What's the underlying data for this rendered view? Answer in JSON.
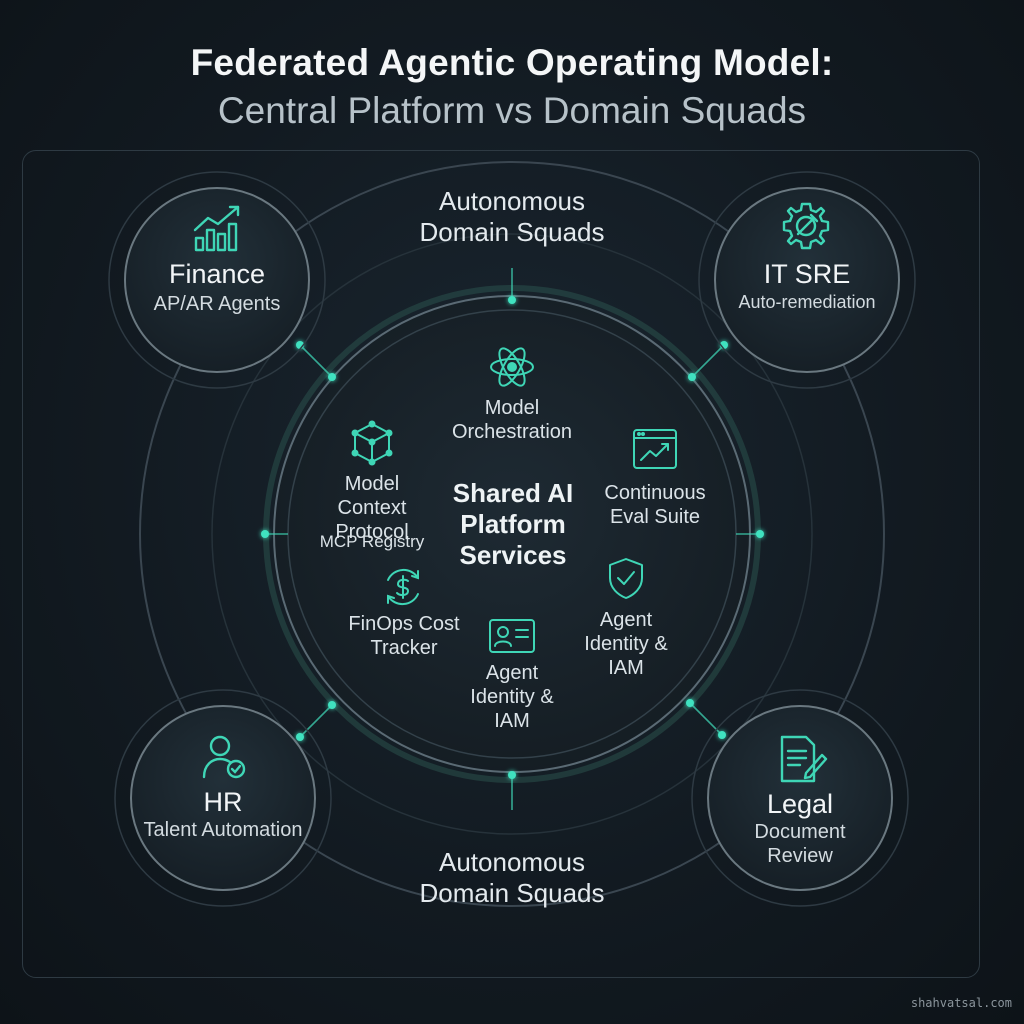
{
  "header": {
    "title": "Federated Agentic Operating Model:",
    "subtitle": "Central Platform vs Domain Squads"
  },
  "squads": {
    "top_label": "Autonomous Domain Squads",
    "bottom_label": "Autonomous Domain Squads"
  },
  "domains": {
    "finance": {
      "title": "Finance",
      "subtitle": "AP/AR Agents",
      "icon": "bar-chart-growth-icon"
    },
    "it_sre": {
      "title": "IT SRE",
      "subtitle": "Auto-remediation",
      "icon": "gear-wrench-icon"
    },
    "hr": {
      "title": "HR",
      "subtitle": "Talent Automation",
      "icon": "user-check-icon"
    },
    "legal": {
      "title": "Legal",
      "subtitle": "Document Review",
      "icon": "document-pen-icon"
    }
  },
  "platform": {
    "title": "Shared AI Platform Services",
    "services": {
      "model_orchestration": {
        "label": "Model Orchestration",
        "icon": "atom-icon"
      },
      "mcp": {
        "label": "Model Context Protocol",
        "sub": "MCP Registry",
        "icon": "cube-network-icon"
      },
      "eval": {
        "label": "Continuous Eval Suite",
        "icon": "chart-window-icon"
      },
      "finops": {
        "label": "FinOps Cost Tracker",
        "icon": "dollar-cycle-icon"
      },
      "identity_right": {
        "label": "Agent Identity & IAM",
        "icon": "shield-check-icon"
      },
      "identity_bottom": {
        "label": "Agent Identity & IAM",
        "icon": "id-card-icon"
      }
    }
  },
  "colors": {
    "accent": "#3fd6b6",
    "background": "#121a21",
    "node_fill": "#1b252d",
    "ring": "#3a4852"
  },
  "credit": "shahvatsal.com"
}
